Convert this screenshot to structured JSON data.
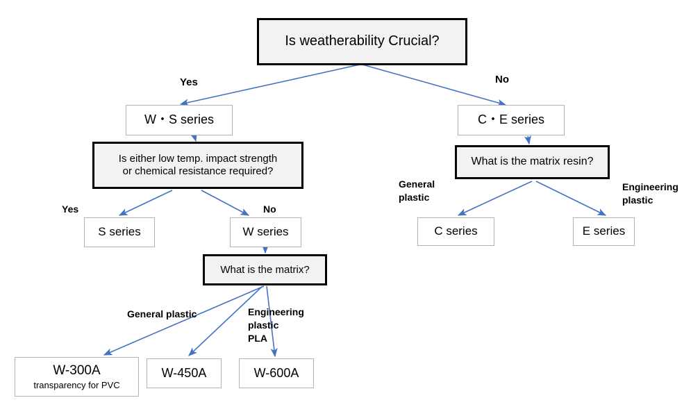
{
  "diagram": {
    "type": "decision-tree-flowchart",
    "accent_color": "#4472C4",
    "decision_fill": "#F2F2F2",
    "decision_border": "#000000",
    "terminal_border": "#B3B3B3",
    "nodes": {
      "root": {
        "text": "Is weatherability Crucial?"
      },
      "ws_series": {
        "text": "W・S series"
      },
      "ce_series": {
        "text": "C・E series"
      },
      "impact_question": {
        "line1": "Is either low temp. impact strength",
        "line2": "or chemical resistance required?"
      },
      "matrix_resin_question": {
        "text": "What is the matrix resin?"
      },
      "s_series": {
        "text": "S series"
      },
      "w_series": {
        "text": "W series"
      },
      "c_series": {
        "text": "C series"
      },
      "e_series": {
        "text": "E series"
      },
      "matrix_question": {
        "text": "What is the matrix?"
      },
      "w300a": {
        "line1": "W-300A",
        "line2": "transparency for PVC"
      },
      "w450a": {
        "text": "W-450A"
      },
      "w600a": {
        "text": "W-600A"
      }
    },
    "edge_labels": {
      "root_yes": "Yes",
      "root_no": "No",
      "impact_yes": "Yes",
      "impact_no": "No",
      "resin_general": "General\nplastic",
      "resin_engineering": "Engineering\nplastic",
      "matrix_general": "General plastic",
      "matrix_engineering": "Engineering\nplastic\nPLA"
    }
  }
}
